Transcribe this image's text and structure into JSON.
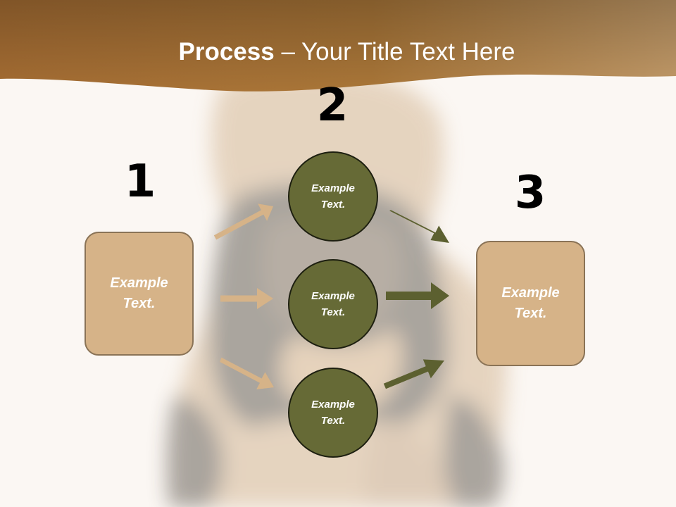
{
  "slide": {
    "title_bold": "Process",
    "title_rest": " – Your Title Text Here"
  },
  "diagram": {
    "steps": [
      {
        "number": "1",
        "text": "Example Text."
      },
      {
        "number": "2",
        "nodes": [
          {
            "text": "Example Text."
          },
          {
            "text": "Example Text."
          },
          {
            "text": "Example Text."
          }
        ]
      },
      {
        "number": "3",
        "text": "Example Text."
      }
    ],
    "colors": {
      "header": "#a97638",
      "box_fill": "#d6b388",
      "box_border": "#8a7356",
      "circle_fill": "#666a36",
      "arrow_in": "#d6b388",
      "arrow_out": "#5c6030"
    }
  }
}
